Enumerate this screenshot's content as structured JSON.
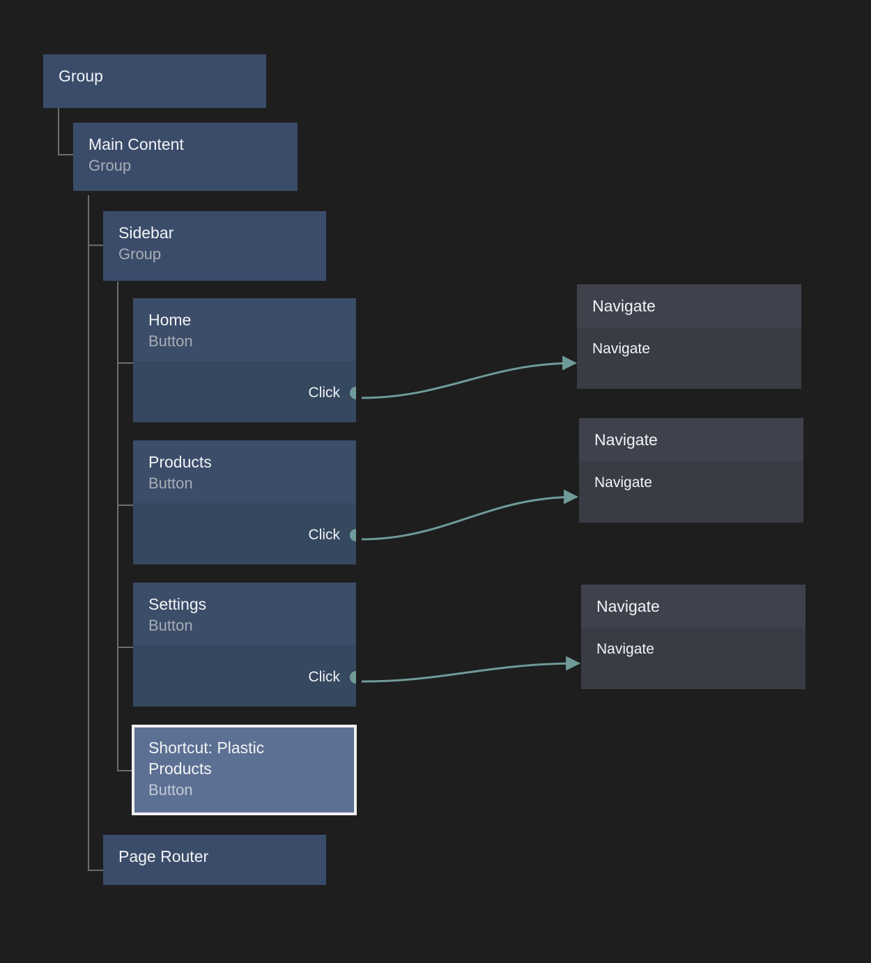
{
  "canvas": {
    "background": "#1e1e1e",
    "accent_edge_color": "#6f9b99",
    "node_container_color": "#3a4c6a",
    "node_button_header_color": "#3b4d69",
    "node_button_body_color": "#36485f",
    "node_action_header_color": "#3f414d",
    "node_action_body_color": "#3a3c45",
    "selected_node_color": "#5c7093",
    "selection_border_color": "#f0f0f0",
    "tree_line_color": "#6d6d6d"
  },
  "tree": {
    "root": {
      "title": "Group",
      "subtitle": ""
    },
    "main_content": {
      "title": "Main Content",
      "subtitle": "Group"
    },
    "sidebar": {
      "title": "Sidebar",
      "subtitle": "Group"
    },
    "page_router": {
      "title": "Page Router",
      "subtitle": ""
    }
  },
  "sidebar_buttons": [
    {
      "title": "Home",
      "subtitle": "Button",
      "port_label": "Click"
    },
    {
      "title": "Products",
      "subtitle": "Button",
      "port_label": "Click"
    },
    {
      "title": "Settings",
      "subtitle": "Button",
      "port_label": "Click"
    }
  ],
  "selected_node": {
    "title": "Shortcut: Plastic\nProducts",
    "subtitle": "Button",
    "selected": true
  },
  "actions": [
    {
      "header": "Navigate",
      "body": "Navigate"
    },
    {
      "header": "Navigate",
      "body": "Navigate"
    },
    {
      "header": "Navigate",
      "body": "Navigate"
    }
  ],
  "connections": [
    {
      "from": "Home Click",
      "to": "Navigate 1"
    },
    {
      "from": "Products Click",
      "to": "Navigate 2"
    },
    {
      "from": "Settings Click",
      "to": "Navigate 3"
    }
  ]
}
